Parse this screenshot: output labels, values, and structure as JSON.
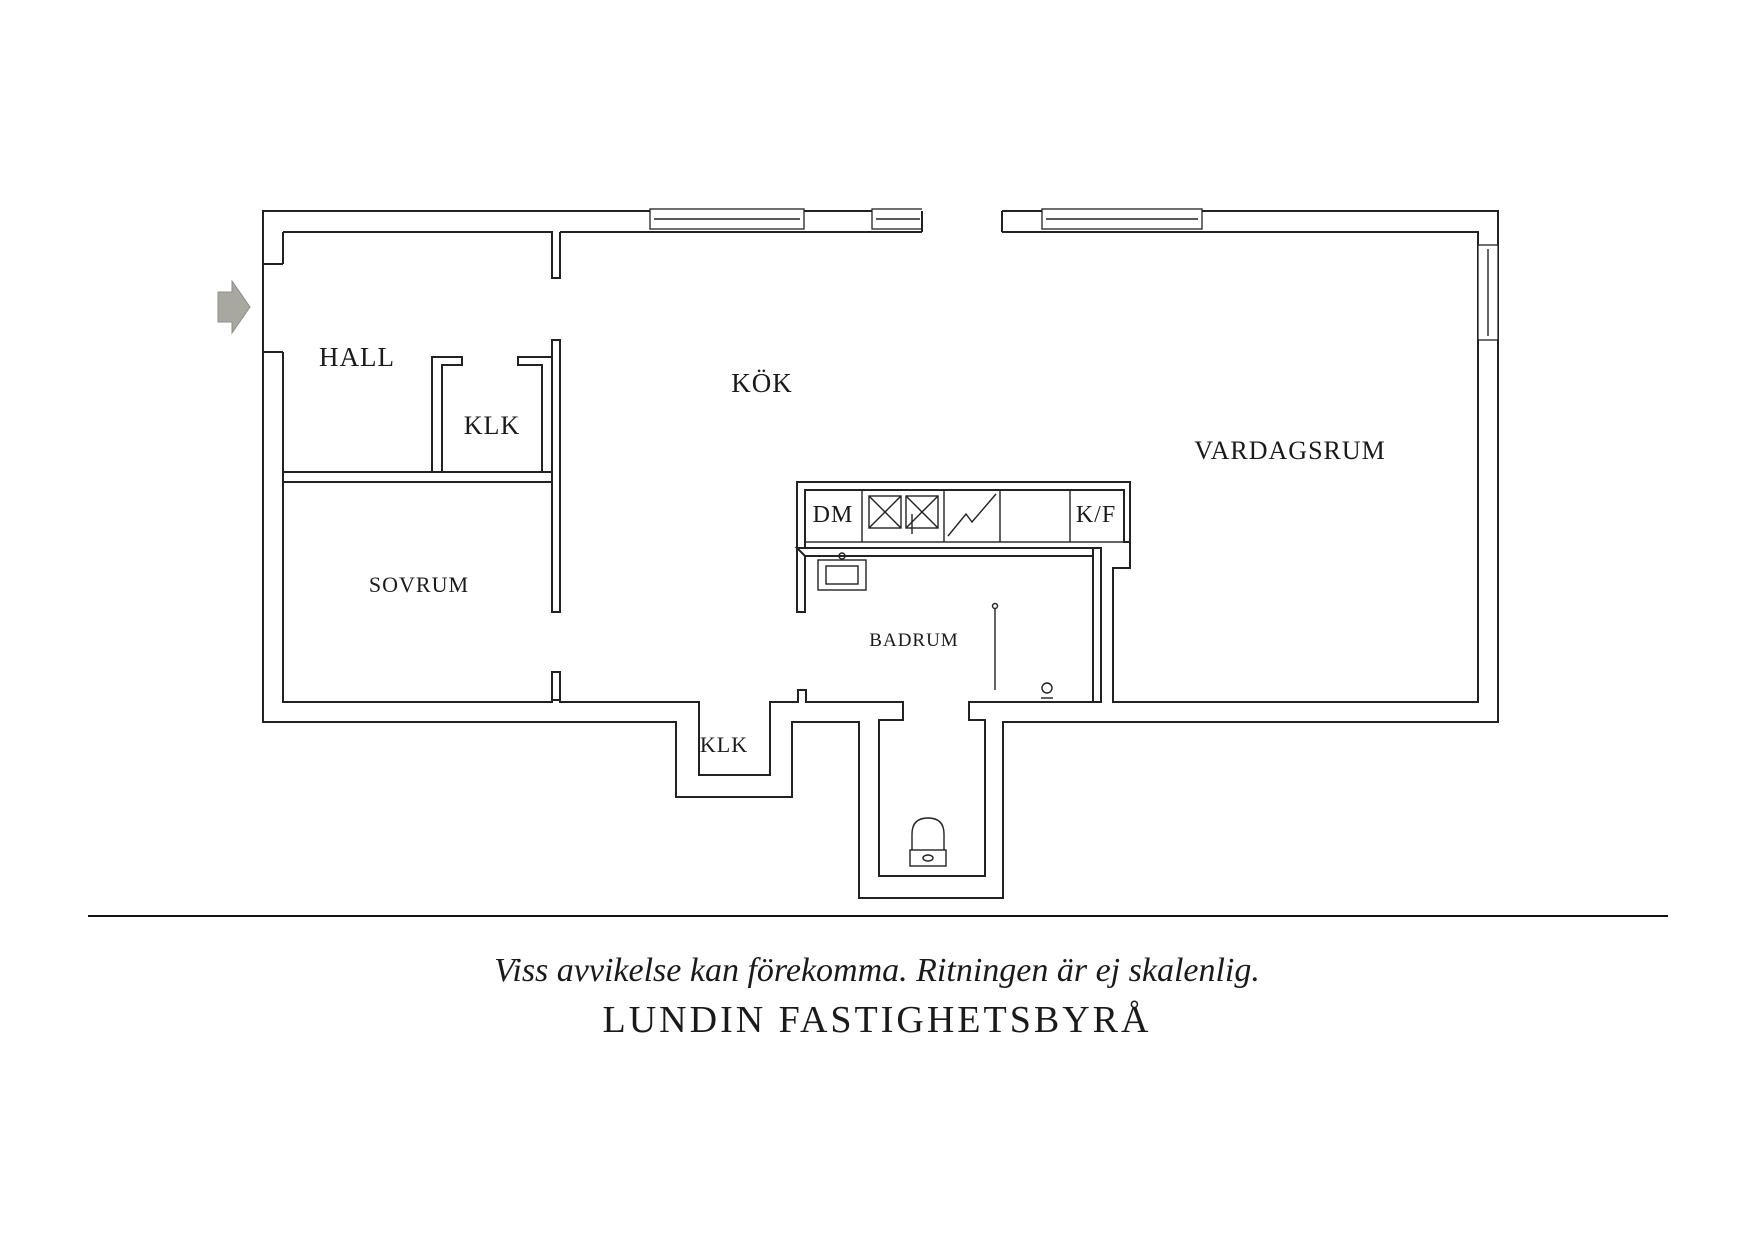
{
  "rooms": {
    "hall": "HALL",
    "klk_upper": "KLK",
    "kok": "KÖK",
    "vardagsrum": "VARDAGSRUM",
    "sovrum": "SOVRUM",
    "badrum": "BADRUM",
    "klk_lower": "KLK"
  },
  "fixtures": {
    "dishwasher": "DM",
    "fridge_freezer": "K/F"
  },
  "icons": {
    "entrance": "entrance-arrow-icon",
    "stove": "stove-icon",
    "sink": "sink-icon",
    "toilet": "toilet-icon",
    "shower": "shower-icon"
  },
  "colors": {
    "walls": "#222222",
    "entrance_arrow": "#a8a8a0",
    "background": "#ffffff"
  },
  "footer": {
    "disclaimer": "Viss avvikelse kan förekomma. Ritningen är ej skalenlig.",
    "company": "LUNDIN FASTIGHETSBYRÅ"
  }
}
